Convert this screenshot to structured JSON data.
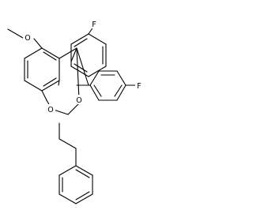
{
  "structure": {
    "atoms": {
      "methoxy_o": "O",
      "ring_o_lower": "O",
      "ring_o_right": "O",
      "fluorine_top": "F",
      "fluorine_right": "F"
    }
  }
}
